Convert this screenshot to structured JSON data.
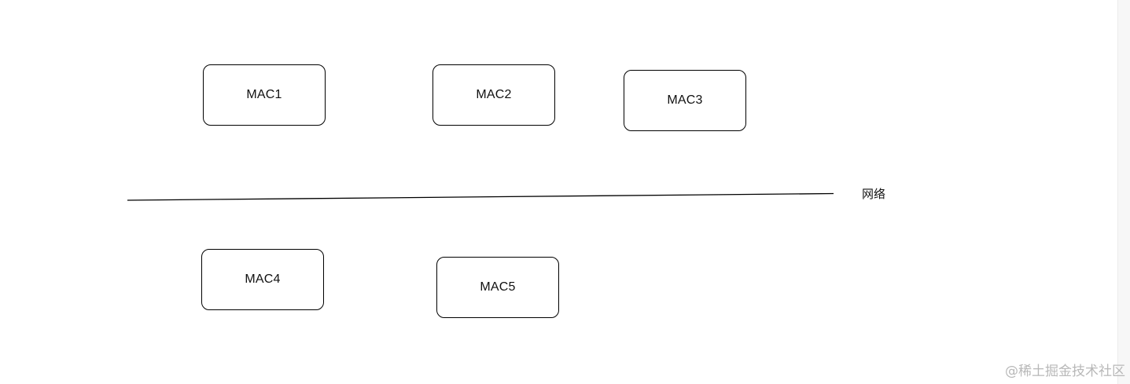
{
  "nodes": [
    {
      "id": "mac1",
      "label": "MAC1"
    },
    {
      "id": "mac2",
      "label": "MAC2"
    },
    {
      "id": "mac3",
      "label": "MAC3"
    },
    {
      "id": "mac4",
      "label": "MAC4"
    },
    {
      "id": "mac5",
      "label": "MAC5"
    }
  ],
  "network": {
    "label": "网络"
  },
  "watermark": {
    "text": "@稀土掘金技术社区"
  },
  "colors": {
    "stroke": "#000000",
    "background": "#ffffff",
    "watermark": "#b8b8b8"
  }
}
